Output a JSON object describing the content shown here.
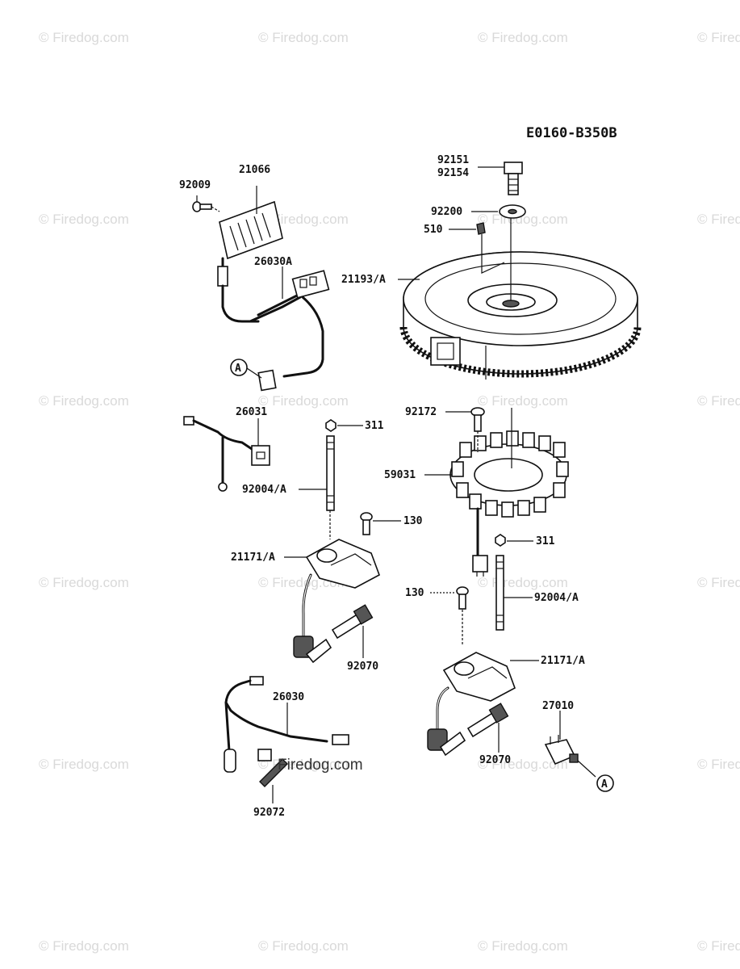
{
  "diagram_code": "E0160-B350B",
  "watermark_text": "© Firedog.com",
  "center_watermark": "Firedog.com",
  "connector_ref": "A",
  "labels": {
    "p92151": "92151",
    "p92154": "92154",
    "p92200": "92200",
    "p510": "510",
    "p21193": "21193/A",
    "p21066": "21066",
    "p92009": "92009",
    "p26030A": "26030A",
    "p26031": "26031",
    "p311_top": "311",
    "p92172": "92172",
    "p59031": "59031",
    "p92004_left": "92004/A",
    "p130_left": "130",
    "p21171_left": "21171/A",
    "p311_right": "311",
    "p130_right": "130",
    "p92004_right": "92004/A",
    "p92070_left": "92070",
    "p21171_right": "21171/A",
    "p26030": "26030",
    "p27010": "27010",
    "p92070_right": "92070",
    "p92072": "92072"
  }
}
